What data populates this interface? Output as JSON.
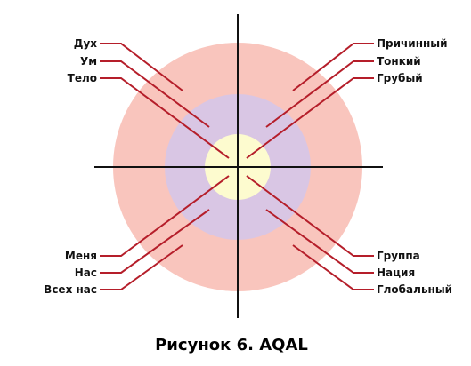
{
  "colors": {
    "outer_ring": "#f9c5bd",
    "middle_ring": "#d9c6e4",
    "inner_ring": "#fdfbcf",
    "axes": "#111111",
    "leader_lines": "#b51e2a"
  },
  "labels": {
    "top_left": [
      "Дух",
      "Ум",
      "Тело"
    ],
    "top_right": [
      "Причинный",
      "Тонкий",
      "Грубый"
    ],
    "bottom_left": [
      "Меня",
      "Нас",
      "Всех нас"
    ],
    "bottom_right": [
      "Группа",
      "Нация",
      "Глобальный"
    ]
  },
  "caption": "Рисунок 6. AQAL"
}
